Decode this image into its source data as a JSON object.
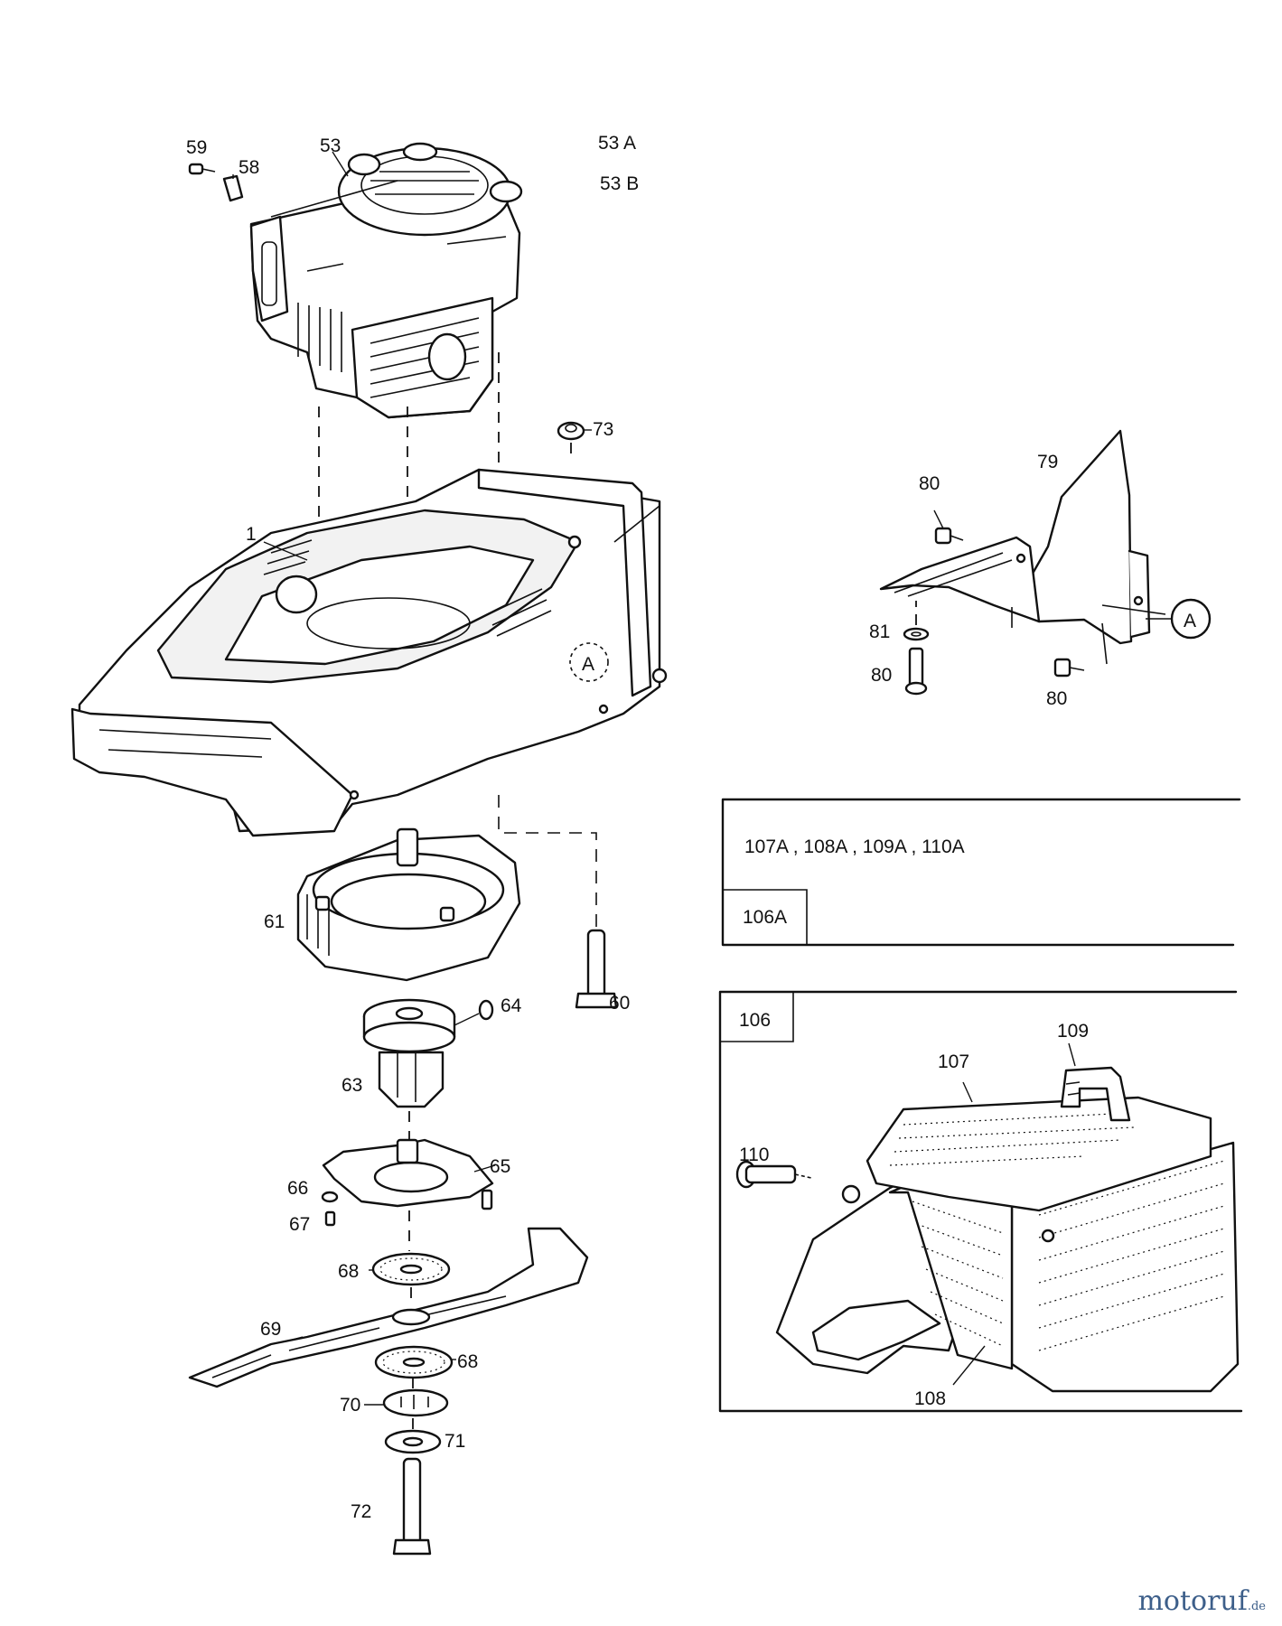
{
  "callouts": {
    "p59": "59",
    "p58": "58",
    "p53": "53",
    "p53A": "53 A",
    "p53B": "53 B",
    "p73": "73",
    "p1": "1",
    "p79": "79",
    "p80a": "80",
    "p81": "81",
    "p80b": "80",
    "p80c": "80",
    "refA1": "A",
    "refA2": "A",
    "p61": "61",
    "p60": "60",
    "p64": "64",
    "p63": "63",
    "p65": "65",
    "p66": "66",
    "p67": "67",
    "p68a": "68",
    "p69": "69",
    "p68b": "68",
    "p70": "70",
    "p71": "71",
    "p72": "72",
    "p106": "106",
    "p107": "107",
    "p108": "108",
    "p109": "109",
    "p110": "110"
  },
  "info_box": {
    "row1": "107A ,  108A ,  109A ,  110A",
    "row2": "106A"
  },
  "brand": {
    "name": "motoruf",
    "tld": ".de",
    "color": "#3d5f8a"
  }
}
